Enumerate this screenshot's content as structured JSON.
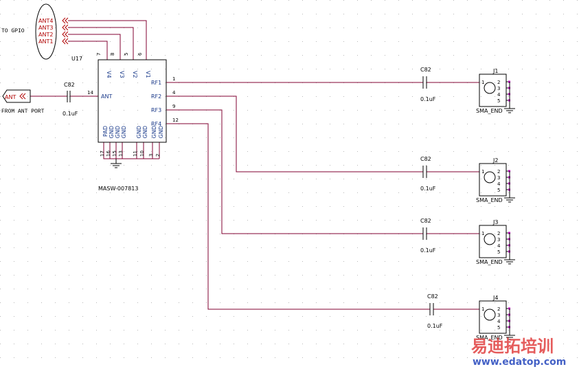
{
  "colors": {
    "wire": "#800030",
    "body": "#000000",
    "pin_text": "#1a3a8a",
    "net_text": "#b00000",
    "pin_dot": "#c000c0",
    "grid": "#b8b8b8",
    "watermark_red": "#e04040",
    "watermark_blue": "#3050c0"
  },
  "gpio": {
    "label": "TO GPIO",
    "nets": [
      "ANT4",
      "ANT3",
      "ANT2",
      "ANT1"
    ]
  },
  "ant_port": {
    "net": "ANT",
    "label": "FROM ANT PORT"
  },
  "switch": {
    "refdes": "U17",
    "part": "MASW-007813",
    "ctrl_pins": [
      {
        "name": "V4",
        "num": "7"
      },
      {
        "name": "V3",
        "num": "8"
      },
      {
        "name": "V2",
        "num": "5"
      },
      {
        "name": "V1",
        "num": "6"
      }
    ],
    "ant_pin": {
      "name": "ANT",
      "num": "14"
    },
    "rf_pins": [
      {
        "name": "RF1",
        "num": "1"
      },
      {
        "name": "RF2",
        "num": "4"
      },
      {
        "name": "RF3",
        "num": "9"
      },
      {
        "name": "RF4",
        "num": "12"
      }
    ],
    "gnd_pins": [
      {
        "name": "PAD",
        "num": "17"
      },
      {
        "name": "GND",
        "num": "16"
      },
      {
        "name": "GND",
        "num": "15"
      },
      {
        "name": "GND",
        "num": "13"
      },
      {
        "name": "GND",
        "num": "11"
      },
      {
        "name": "GND",
        "num": "10"
      },
      {
        "name": "GND",
        "num": "3"
      },
      {
        "name": "GND",
        "num": "2"
      }
    ]
  },
  "input_cap": {
    "ref": "C82",
    "value": "0.1uF"
  },
  "branches": [
    {
      "cap_ref": "C82",
      "cap_value": "0.1uF",
      "conn_ref": "J1",
      "conn_type": "SMA_END",
      "pins": [
        "1",
        "2",
        "3",
        "4",
        "5"
      ]
    },
    {
      "cap_ref": "C82",
      "cap_value": "0.1uF",
      "conn_ref": "J2",
      "conn_type": "SMA_END",
      "pins": [
        "1",
        "2",
        "3",
        "4",
        "5"
      ]
    },
    {
      "cap_ref": "C82",
      "cap_value": "0.1uF",
      "conn_ref": "J3",
      "conn_type": "SMA_END",
      "pins": [
        "1",
        "2",
        "3",
        "4",
        "5"
      ]
    },
    {
      "cap_ref": "C82",
      "cap_value": "0.1uF",
      "conn_ref": "J4",
      "conn_type": "SMA_END",
      "pins": [
        "1",
        "2",
        "3",
        "4",
        "5"
      ]
    }
  ],
  "watermark": {
    "title": "易迪拓培训",
    "url": "www.edatop.com"
  }
}
